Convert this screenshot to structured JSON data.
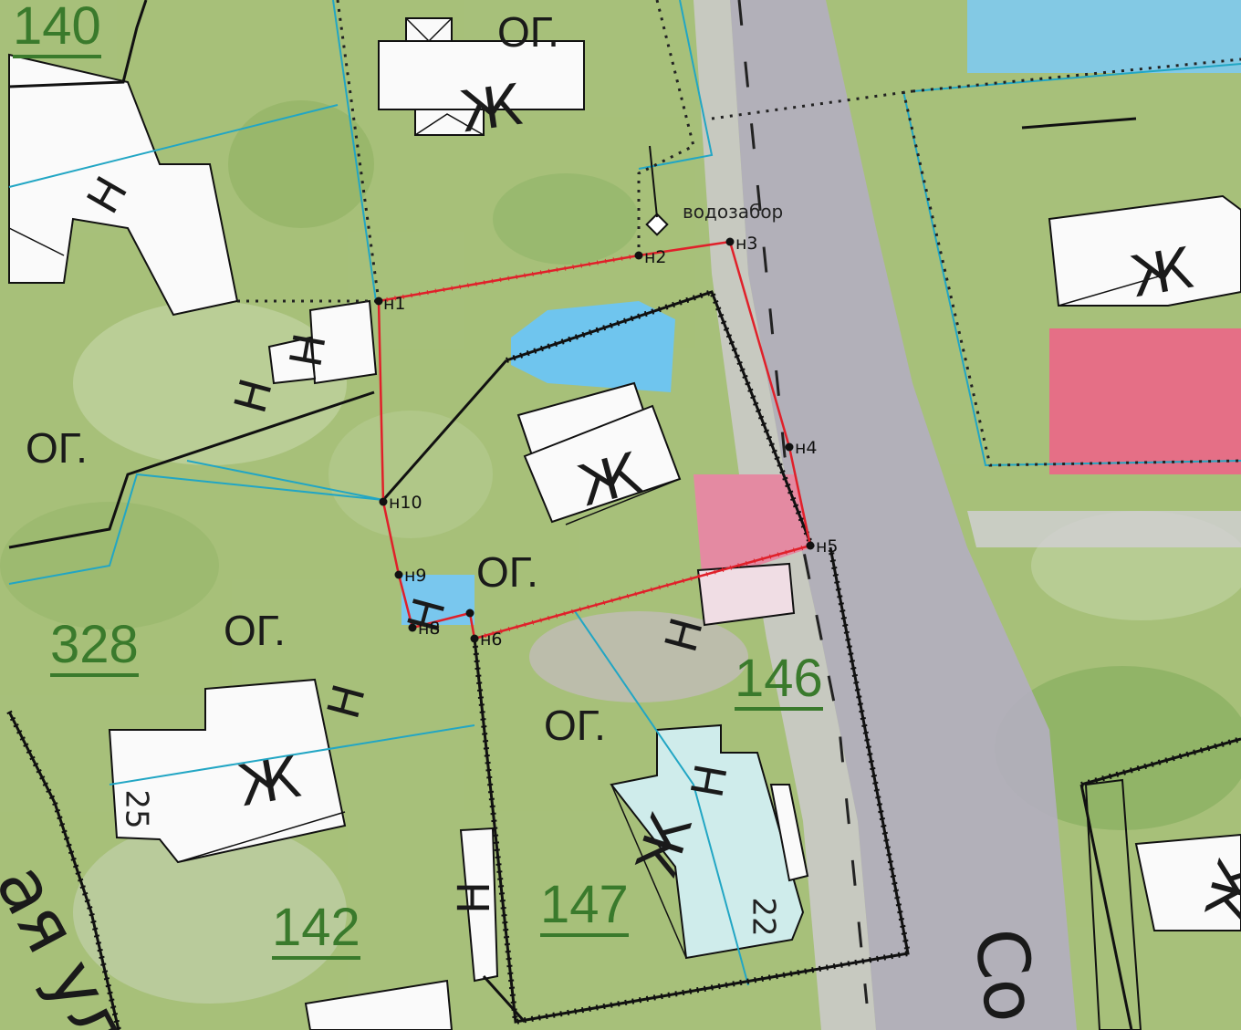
{
  "parcels": [
    "140",
    "328",
    "146",
    "142",
    "147"
  ],
  "land_use": {
    "og": "ОГ.",
    "zh": "Ж",
    "n": "Н"
  },
  "house_numbers": [
    "25",
    "22"
  ],
  "points": [
    "н1",
    "н2",
    "н3",
    "н4",
    "н5",
    "н6",
    "н8",
    "н9",
    "н10"
  ],
  "annotations": {
    "water_intake": "водозабор"
  },
  "street_fragments": {
    "left": "ая ул",
    "right": "Со"
  },
  "colors": {
    "boundary_new": "#e0202a",
    "boundary_existing": "#111111",
    "cadastral": "#22a6c4",
    "parcel_number": "#3a7a2c",
    "lawn": "#a9c27c",
    "road": "#b9b3bf"
  }
}
